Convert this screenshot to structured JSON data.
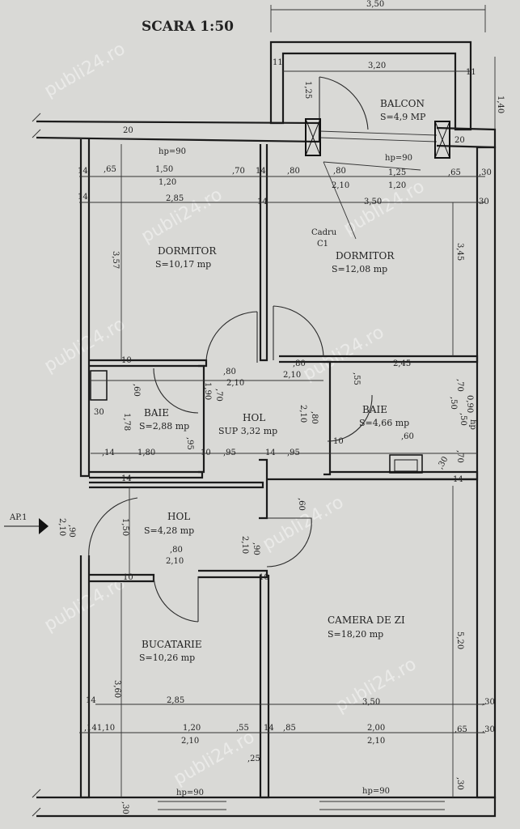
{
  "title": "SCARA 1:50",
  "entrance_label": "AP.1",
  "watermark": "publi24.ro",
  "rooms": {
    "balcon": {
      "name": "BALCON",
      "area": "S=4,9 MP"
    },
    "dormitor1": {
      "name": "DORMITOR",
      "area": "S=10,17 mp"
    },
    "dormitor2": {
      "name": "DORMITOR",
      "area": "S=12,08 mp"
    },
    "baie1": {
      "name": "BAIE",
      "area": "S=2,88 mp"
    },
    "hol_sup": {
      "name": "HOL",
      "area": "SUP 3,32 mp"
    },
    "baie2": {
      "name": "BAIE",
      "area": "S=4,66 mp"
    },
    "hol": {
      "name": "HOL",
      "area": "S=4,28 mp"
    },
    "bucatarie": {
      "name": "BUCATARIE",
      "area": "S=10,26 mp"
    },
    "camera_de_zi": {
      "name": "CAMERA DE ZI",
      "area": "S=18,20 mp"
    }
  },
  "notes": {
    "cadru": "Cadru",
    "c1": "C1",
    "hp_top1": "hp=90",
    "hp_top2": "hp=90",
    "hp_bottom1": "hp=90",
    "hp_bottom2": "hp=90"
  },
  "dims": {
    "d_350_top": "3,50",
    "d_320": "3,20",
    "d_140": "1,40",
    "d_125_bal": "1,25",
    "d_11_a": "11",
    "d_11_b": "11",
    "d_20_a": "20",
    "d_20_b": "20",
    "d_14_a": "14",
    "d_65_a": ",65",
    "d_150": "1,50",
    "d_120_a": "1,20",
    "d_70_a": ",70",
    "d_14_b": "14",
    "d_80_a": ",80",
    "d_80_b": ",80",
    "d_210_a": "2,10",
    "d_125_b": "1,25",
    "d_120_b": "1,20",
    "d_65_b": ",65",
    "d_30_a": ",30",
    "d_14_c": "14",
    "d_285_a": "2,85",
    "d_14_d": "14",
    "d_350_a": "3,50",
    "d_30_b": "30",
    "d_357": "3,57",
    "d_345": "3,45",
    "d_10_a": "10",
    "d_80_c": ",80",
    "d_210_b": "2,10",
    "d_80_d": ",80",
    "d_210_c": "2,10",
    "d_245": "2,45",
    "d_60_a": ",60",
    "d_70_b": ",70",
    "d_190": "1,90",
    "d_55_a": ",55",
    "d_70_c": ",70",
    "d_30_c": "30",
    "d_178": "1,78",
    "d_95_a": ",95",
    "d_210_d": "2,10",
    "d_80_e": ",80",
    "d_50_a": ",50",
    "d_50_b": ",50",
    "d_090_a": "0,90",
    "d_hp": "hp",
    "d_60_b": ",60",
    "d_10_b": "10",
    "d_70_d": ",70",
    "d_14_e": ",14",
    "d_180": "1,80",
    "d_10_c": "10",
    "d_95_b": ",95",
    "d_14_f": "14",
    "d_95_c": ",95",
    "d_30_d": ",30",
    "d_14_g": "14",
    "d_14_h": "14",
    "d_150_b": "1,50",
    "d_60_c": ",60",
    "d_90_a": ",90",
    "d_210_e": "2,10",
    "d_90_b": ",90",
    "d_210_f": "2,10",
    "d_80_f": ",80",
    "d_210_g": "2,10",
    "d_10_d": "10",
    "d_10_e": "10",
    "d_360": "3,60",
    "d_520": "5,20",
    "d_14_i": "14",
    "d_285_b": "2,85",
    "d_350_b": "3,50",
    "d_30_e": ",30",
    "d_141_10": ",141,10",
    "d_120_c": "1,20",
    "d_55_b": ",55",
    "d_14_j": "14",
    "d_85": ",85",
    "d_200": "2,00",
    "d_65_c": ",65",
    "d_30_f": ",30",
    "d_210_h": "2,10",
    "d_210_i": "2,10",
    "d_25": ",25",
    "d_30_g": ",30",
    "d_30_h": ",30"
  }
}
